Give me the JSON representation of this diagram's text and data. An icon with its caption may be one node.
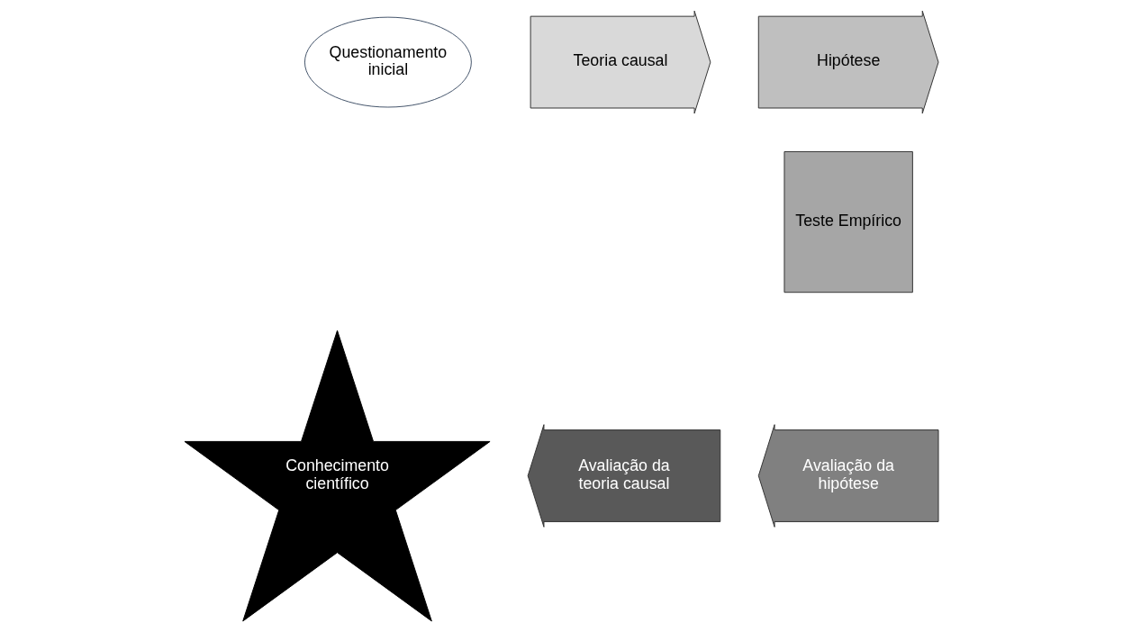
{
  "diagram": {
    "nodes": [
      {
        "text": [
          "Questionamento inicial"
        ]
      },
      {
        "text": [
          "Teoria causal"
        ]
      },
      {
        "text": [
          "Hipótese"
        ]
      },
      {
        "text": [
          "Teste Empírico"
        ]
      },
      {
        "text": [
          "Avaliação da hipótese"
        ]
      },
      {
        "text": [
          "Avaliação da teoria causal"
        ]
      },
      {
        "text": [
          "Conhecimento científico"
        ]
      }
    ]
  }
}
